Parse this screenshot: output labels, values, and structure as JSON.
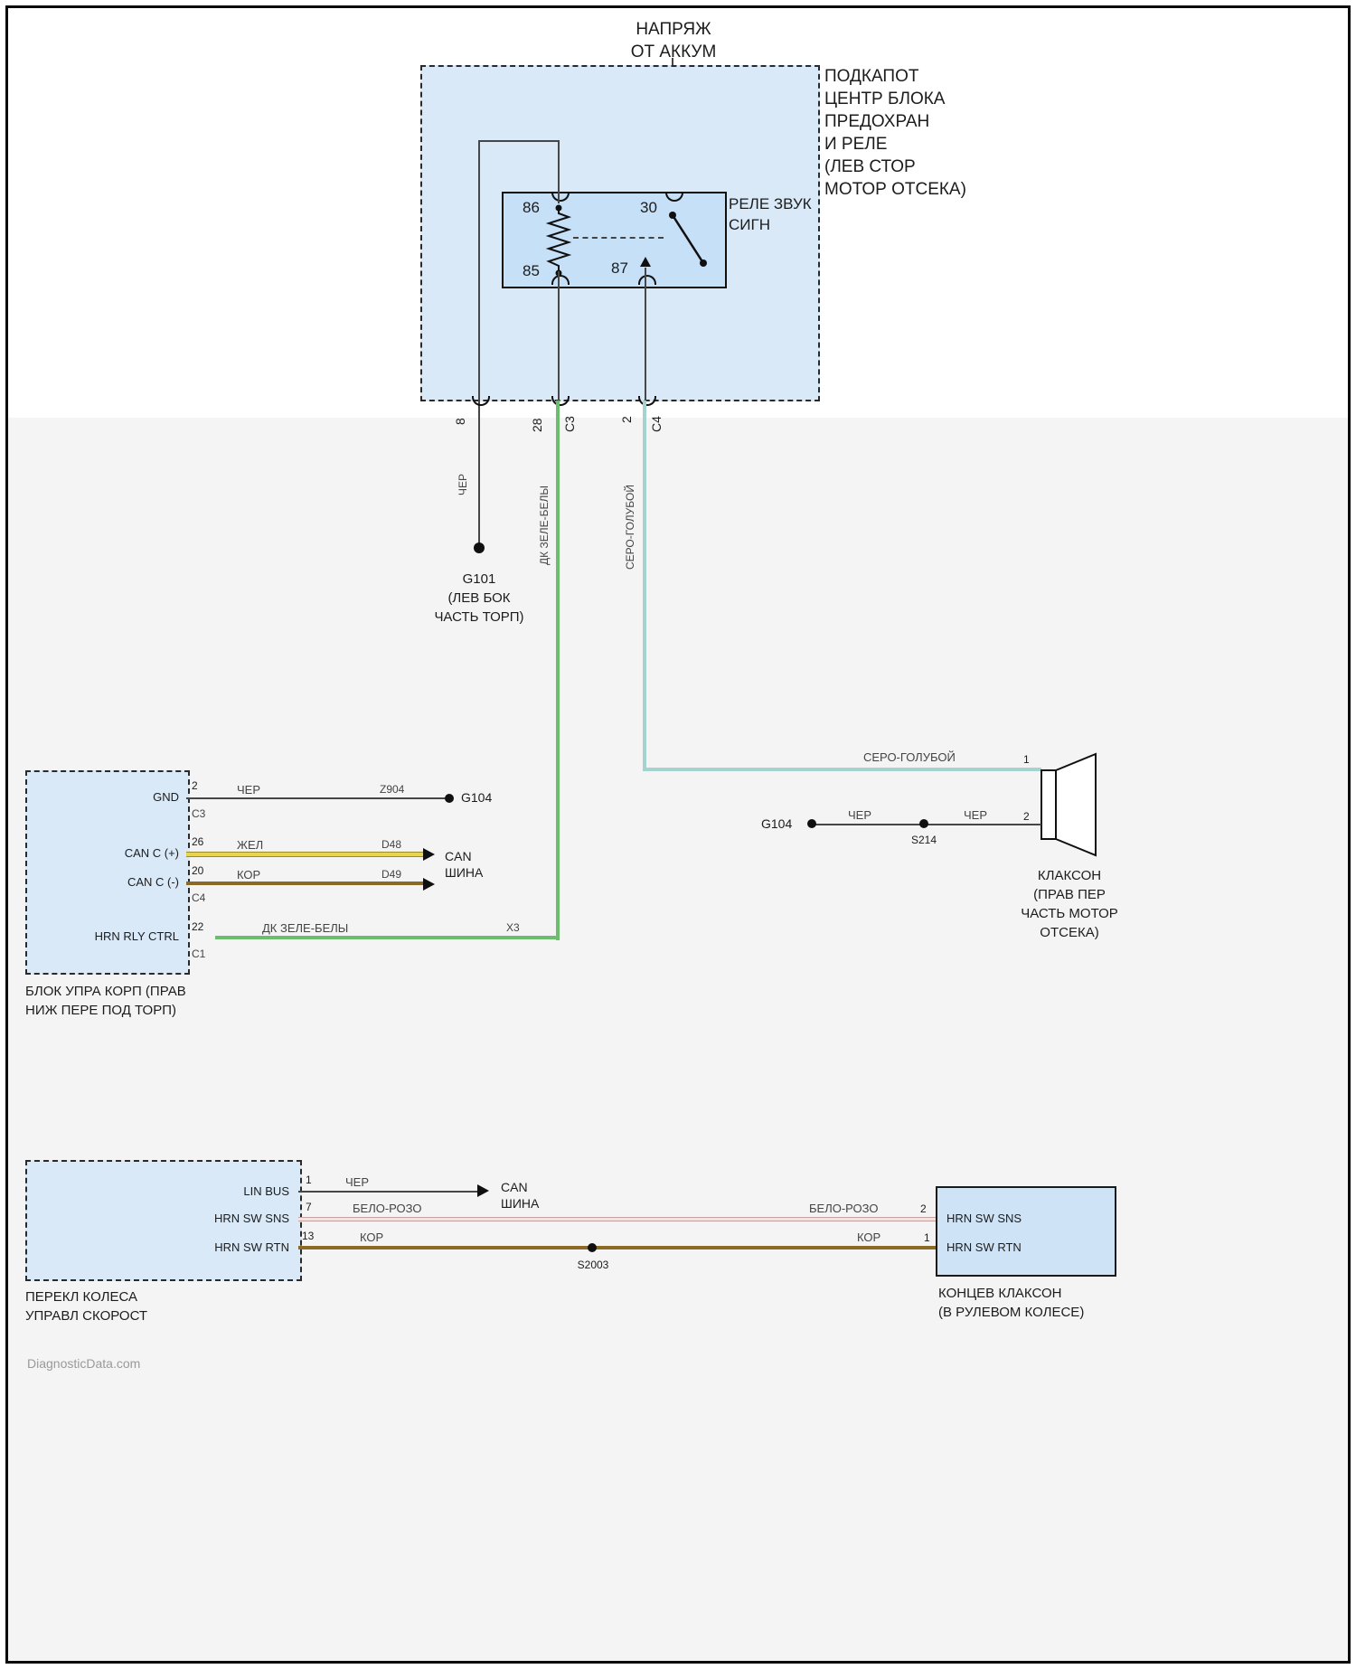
{
  "watermark": "DiagnosticData.com",
  "colors": {
    "box_fill": "#d9e9f8",
    "relay_fill": "#c6e0f7",
    "wire_black": "#474747",
    "wire_green": "#6cbd6e",
    "wire_grayblue": "#a5d3cf",
    "wire_yellow": "#e8d44d",
    "wire_brown": "#8a6a25",
    "wire_whitepink": "#f3e2e2"
  },
  "battery": {
    "l1": "НАПРЯЖ",
    "l2": "ОТ АККУМ"
  },
  "fusebox": {
    "l1": "ПОДКАПОТ",
    "l2": "ЦЕНТР БЛОКА",
    "l3": "ПРЕДОХРАН",
    "l4": "И РЕЛЕ",
    "l5": "(ЛЕВ СТОР",
    "l6": "МОТОР ОТСЕКА)"
  },
  "relay": {
    "n1": "РЕЛЕ ЗВУК",
    "n2": "СИГН",
    "p86": "86",
    "p85": "85",
    "p30": "30",
    "p87": "87"
  },
  "exits": {
    "p8": "8",
    "p28": "28",
    "c3": "C3",
    "p2": "2",
    "c4": "C4"
  },
  "wirecolors": {
    "black": "ЧЕР",
    "green": "ДК ЗЕЛЕ-БЕЛЫ",
    "grayblue": "СЕРО-ГОЛУБОЙ",
    "yellow": "ЖЕЛ",
    "brown": "КОР",
    "whitepink": "БЕЛО-РОЗО"
  },
  "ground1": {
    "name": "G101",
    "l1": "(ЛЕВ БОК",
    "l2": "ЧАСТЬ ТОРП)"
  },
  "canbus": {
    "l1": "CAN",
    "l2": "ШИНА"
  },
  "bcm": {
    "pins": {
      "gnd": "GND",
      "canp": "CAN C (+)",
      "cann": "CAN C (-)",
      "hrn": "HRN RLY CTRL"
    },
    "pin_nums": {
      "gnd": "2",
      "canp": "26",
      "cann": "20",
      "hrn": "22"
    },
    "connectors": {
      "c_gnd": "C3",
      "c_can": "C4",
      "c_hrn": "C1"
    },
    "codes": {
      "gnd": "Z904",
      "canp": "D48",
      "cann": "D49",
      "hrn": "X3"
    },
    "ground": "G104",
    "label1": "БЛОК УПРА КОРП (ПРАВ",
    "label2": "НИЖ ПЕРЕ ПОД ТОРП)"
  },
  "horn": {
    "pin1": "1",
    "pin2": "2",
    "splice": "S214",
    "ground": "G104",
    "label1": "КЛАКСОН",
    "label2": "(ПРАВ ПЕР",
    "label3": "ЧАСТЬ МОТОР",
    "label4": "ОТСЕКА)"
  },
  "sws": {
    "pins": {
      "lin": "LIN BUS",
      "sns": "HRN SW SNS",
      "rtn": "HRN SW RTN"
    },
    "pin_nums": {
      "lin": "1",
      "sns": "7",
      "rtn": "13"
    },
    "splice": "S2003",
    "label1": "ПЕРЕКЛ КОЛЕСА",
    "label2": "УПРАВЛ СКОРОСТ"
  },
  "hornswitch": {
    "pins": {
      "sns": "HRN SW SNS",
      "rtn": "HRN SW RTN"
    },
    "pin_nums": {
      "sns": "2",
      "rtn": "1"
    },
    "label1": "КОНЦЕВ КЛАКСОН",
    "label2": "(В РУЛЕВОМ КОЛЕСЕ)"
  }
}
